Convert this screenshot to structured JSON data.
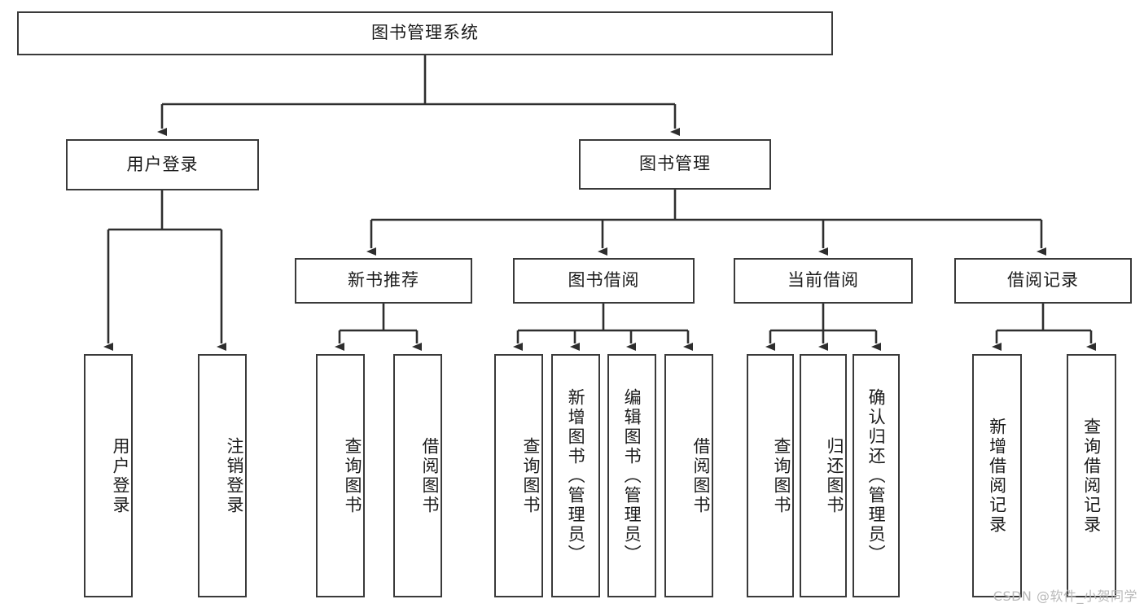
{
  "diagram": {
    "title": "图书管理系统",
    "type": "tree-hierarchy-diagram",
    "root": {
      "label": "图书管理系统"
    },
    "level1": [
      {
        "label": "用户登录"
      },
      {
        "label": "图书管理"
      }
    ],
    "level2": [
      {
        "label": "新书推荐"
      },
      {
        "label": "图书借阅"
      },
      {
        "label": "当前借阅"
      },
      {
        "label": "借阅记录"
      }
    ],
    "leaves": {
      "user_login": [
        {
          "label": "用户登录"
        },
        {
          "label": "注销登录"
        }
      ],
      "new_book_recommend": [
        {
          "label": "查询图书"
        },
        {
          "label": "借阅图书"
        }
      ],
      "book_borrow": [
        {
          "label": "查询图书"
        },
        {
          "label": "新增图书（管理员）"
        },
        {
          "label": "编辑图书（管理员）"
        },
        {
          "label": "借阅图书"
        }
      ],
      "current_borrow": [
        {
          "label": "查询图书"
        },
        {
          "label": "归还图书"
        },
        {
          "label": "确认归还（管理员）"
        }
      ],
      "borrow_record": [
        {
          "label": "新增借阅记录"
        },
        {
          "label": "查询借阅记录"
        }
      ]
    }
  },
  "watermark": {
    "text": "CSDN @软件_小贺同学"
  },
  "colors": {
    "stroke": "#3a3a3a",
    "background": "#ffffff",
    "text": "#1b1b1b",
    "watermark": "#b9b9b9"
  }
}
